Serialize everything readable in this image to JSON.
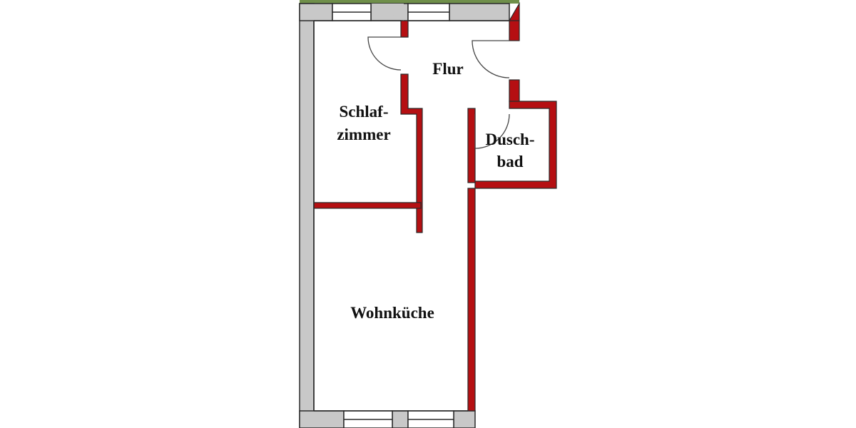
{
  "floor_plan": {
    "rooms": {
      "flur": "Flur",
      "schlafzimmer_line1": "Schlaf-",
      "schlafzimmer_line2": "zimmer",
      "duschbad_line1": "Dusch-",
      "duschbad_line2": "bad",
      "wohnkueche": "Wohnküche"
    },
    "colors": {
      "exterior_wall": "#c8c8c8",
      "interior_wall": "#b50f12",
      "wall_outline": "#2a2a2a",
      "background": "#ffffff",
      "door_swing": "#444444",
      "green_edge": "#6f8f4a"
    }
  }
}
